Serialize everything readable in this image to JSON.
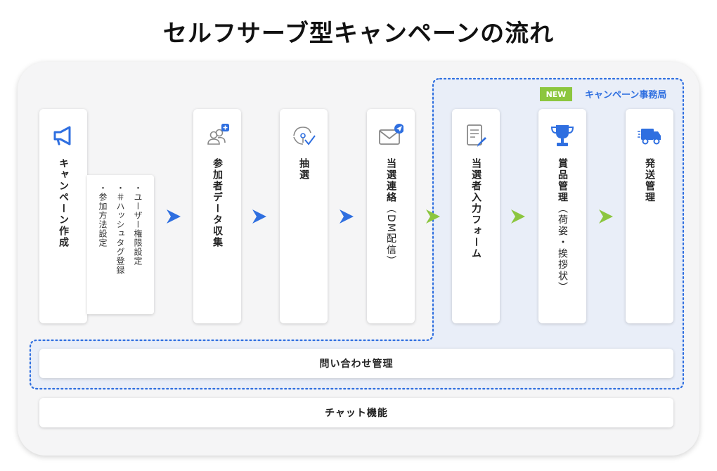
{
  "title": "セルフサーブ型キャンペーンの流れ",
  "region": {
    "label": "キャンペーン事務局",
    "badge": "NEW"
  },
  "steps": [
    {
      "label": "キャンペーン作成",
      "sub": "",
      "icon": "megaphone-icon"
    },
    {
      "label": "参加者データ収集",
      "sub": "",
      "icon": "users-plus-icon"
    },
    {
      "label": "抽選",
      "sub": "",
      "icon": "lottery-icon"
    },
    {
      "label": "当選連絡",
      "sub": "（DM配信）",
      "icon": "mail-send-icon"
    },
    {
      "label": "当選者入力フォーム",
      "sub": "",
      "icon": "form-edit-icon"
    },
    {
      "label": "賞品管理",
      "sub": "（荷姿・挨拶状）",
      "icon": "trophy-icon"
    },
    {
      "label": "発送管理",
      "sub": "",
      "icon": "truck-icon"
    }
  ],
  "sub_items": [
    "・ユーザー権限設定",
    "・＃ハッシュタグ登録",
    "・参加方法設定"
  ],
  "bottom_bars": [
    "問い合わせ管理",
    "チャット機能"
  ],
  "colors": {
    "blue": "#2f6fe0",
    "green": "#8cc63f",
    "dotted": "#2f6fe0",
    "region_fill": "#e8edf7"
  }
}
